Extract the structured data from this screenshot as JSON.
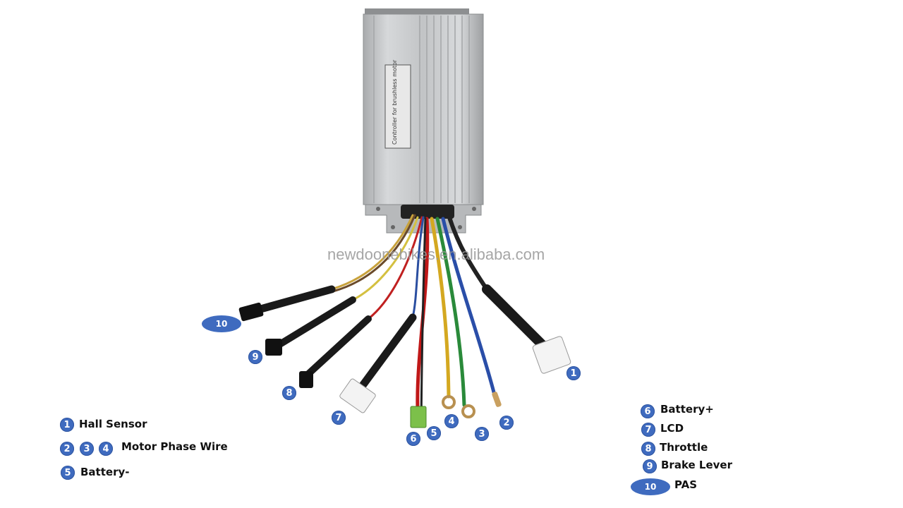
{
  "product_label": "Controller for brushless motor",
  "watermark": "newdoonebikes.en.alibaba.com",
  "callouts": [
    "1",
    "2",
    "3",
    "4",
    "5",
    "6",
    "7",
    "8",
    "9",
    "10"
  ],
  "legend_left": [
    {
      "numbers": [
        "1"
      ],
      "label": "Hall Sensor"
    },
    {
      "numbers": [
        "2",
        "3",
        "4"
      ],
      "label": "Motor Phase Wire"
    },
    {
      "numbers": [
        "5"
      ],
      "label": "Battery-"
    }
  ],
  "legend_right": [
    {
      "number": "6",
      "label": "Battery+"
    },
    {
      "number": "7",
      "label": "LCD"
    },
    {
      "number": "8",
      "label": "Throttle"
    },
    {
      "number": "9",
      "label": "Brake Lever"
    },
    {
      "number": "10",
      "label": "PAS"
    }
  ],
  "colors": {
    "badge": "#3f6bbf",
    "housing": "#c9cbcd"
  }
}
